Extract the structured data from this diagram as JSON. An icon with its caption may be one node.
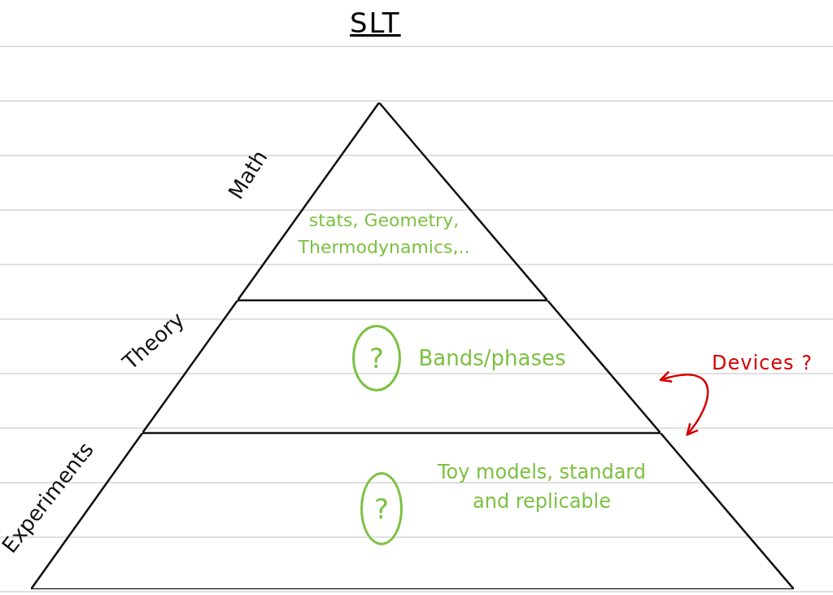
{
  "diagram": {
    "title": "SLT",
    "nodes": [
      {
        "text": [
          "stats, Geometry, Thermodynamics,.."
        ],
        "beside": [
          "Math"
        ]
      },
      {
        "text": [
          "Bands/phases"
        ],
        "beside": [
          "Theory"
        ]
      },
      {
        "text": [
          "?"
        ],
        "in": 1
      },
      {
        "text": [
          "Toy models, standard and replicable"
        ],
        "beside": [
          "Experiments"
        ]
      },
      {
        "text": [
          "?"
        ],
        "in": 3
      }
    ],
    "edges": [
      {
        "from": 1,
        "to": 3,
        "arrow": "both",
        "color": "#d40000"
      }
    ],
    "labels": [
      "Devices ?"
    ]
  }
}
